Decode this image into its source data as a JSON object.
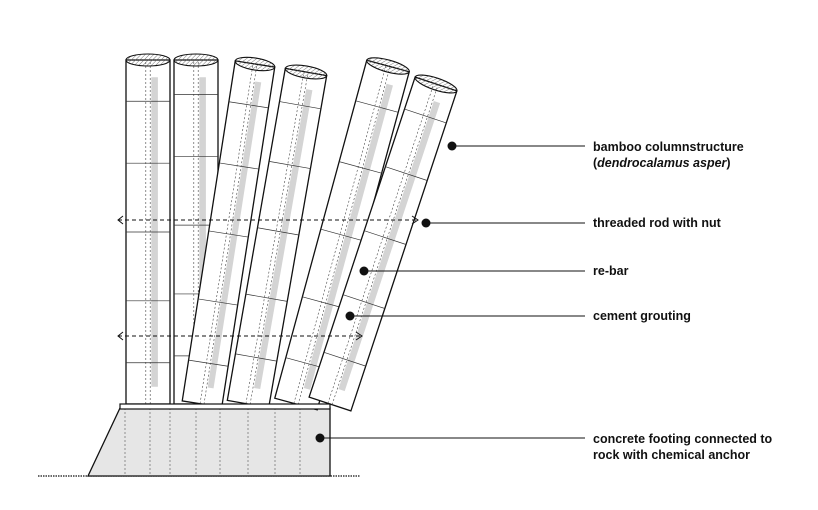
{
  "colors": {
    "ink": "#111111",
    "fill_light": "#e6e6e6",
    "fill_highlight": "#d4d4d4",
    "hatch": "#555555"
  },
  "labels": {
    "bamboo_line1": "bamboo columnstructure",
    "bamboo_line2_open": "(",
    "bamboo_line2_italic": "dendrocalamus asper",
    "bamboo_line2_close": ")",
    "threaded_rod": "threaded rod with nut",
    "rebar": "re-bar",
    "cement": "cement grouting",
    "footing_line1": "concrete footing connected to",
    "footing_line2": "rock with chemical anchor"
  }
}
